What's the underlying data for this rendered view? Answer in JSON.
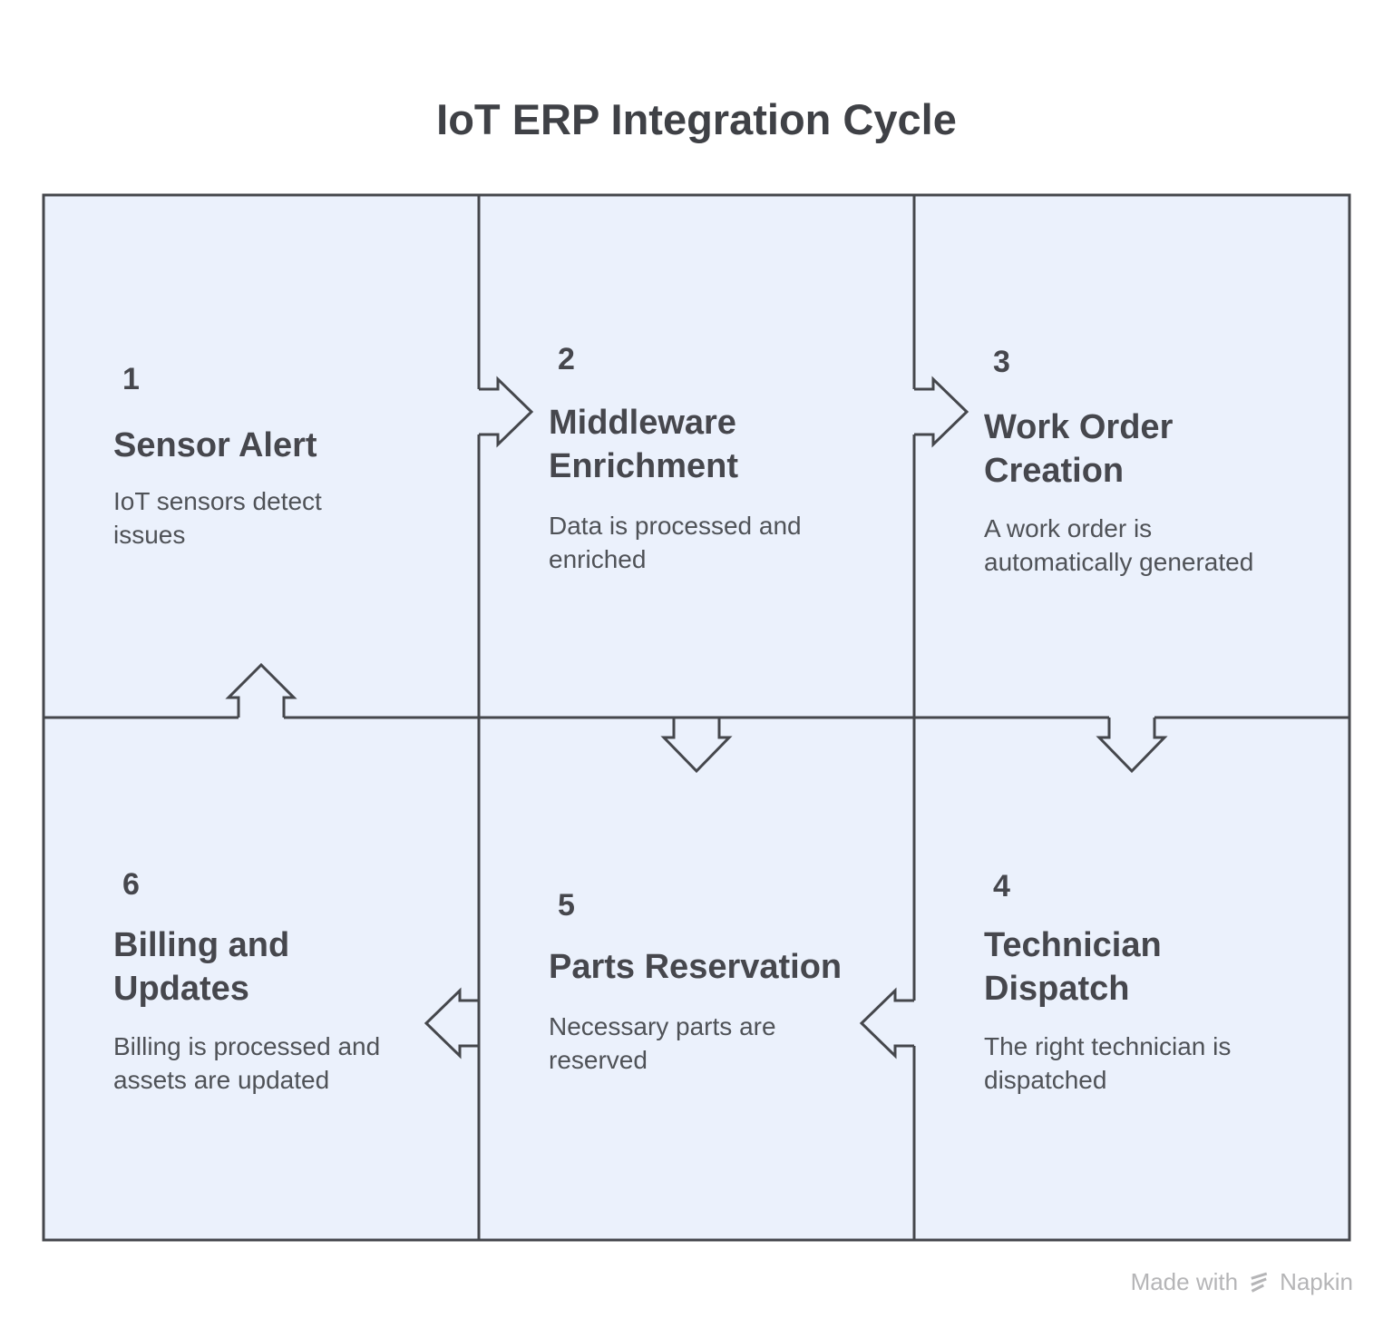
{
  "title": "IoT ERP Integration Cycle",
  "colors": {
    "cell_fill": "#ebf1fc",
    "border": "#45474c",
    "heading_text": "#46474d",
    "body_text": "#4f5257",
    "footer_text": "#b5b5b7"
  },
  "steps": [
    {
      "number": "1",
      "title": "Sensor Alert",
      "description": "IoT sensors detect\nissues"
    },
    {
      "number": "2",
      "title": "Middleware\nEnrichment",
      "description": "Data is processed and\nenriched"
    },
    {
      "number": "3",
      "title": "Work Order\nCreation",
      "description": "A work order is\nautomatically generated"
    },
    {
      "number": "4",
      "title": "Technician\nDispatch",
      "description": "The right technician is\ndispatched"
    },
    {
      "number": "5",
      "title": "Parts Reservation",
      "description": "Necessary parts are\nreserved"
    },
    {
      "number": "6",
      "title": "Billing and\nUpdates",
      "description": "Billing is processed and\nassets are updated"
    }
  ],
  "footer": {
    "made_with": "Made with",
    "brand": "Napkin"
  }
}
